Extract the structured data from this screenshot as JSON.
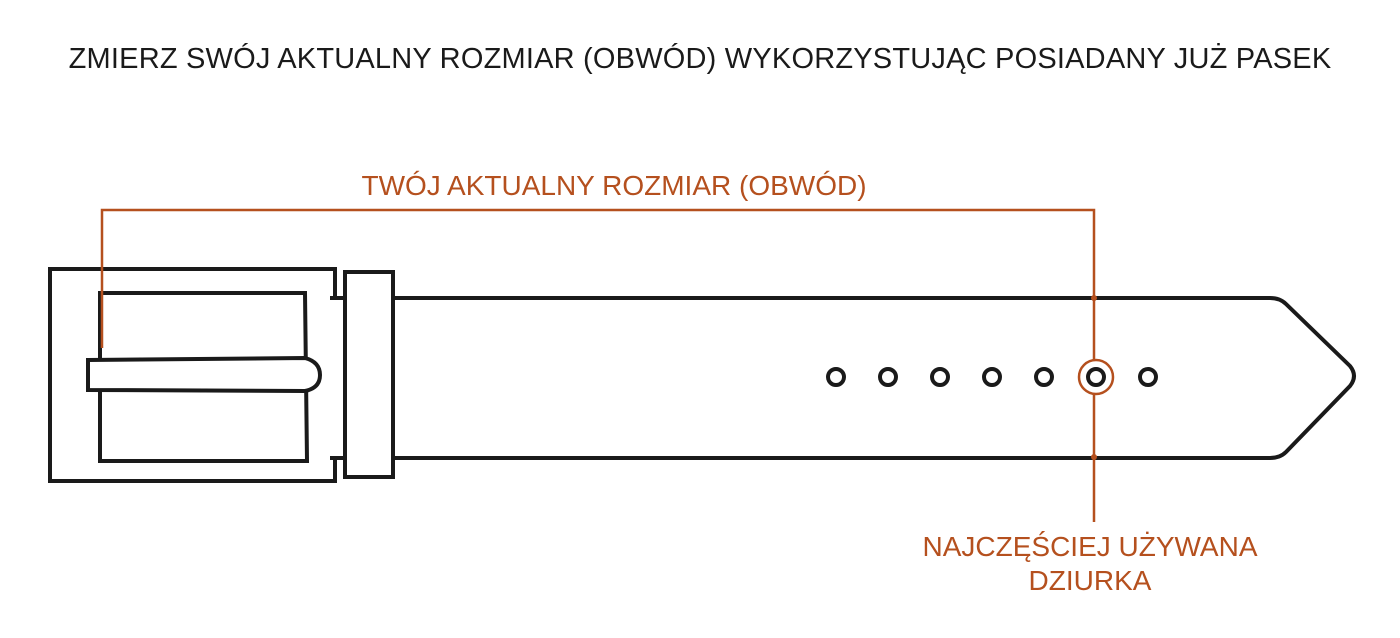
{
  "heading": "ZMIERZ SWÓJ AKTUALNY ROZMIAR (OBWÓD) WYKORZYSTUJĄC POSIADANY JUŻ PASEK",
  "measure_label": "TWÓJ AKTUALNY ROZMIAR (OBWÓD)",
  "hole_label": {
    "line1": "NAJCZĘŚCIEJ UŻYWANA",
    "line2": "DZIURKA"
  },
  "colors": {
    "accent": "#b5501e",
    "outline": "#1a1a1a",
    "text": "#1a1a1a",
    "background": "#ffffff"
  },
  "belt": {
    "hole_count": 7,
    "highlighted_hole": 6
  }
}
